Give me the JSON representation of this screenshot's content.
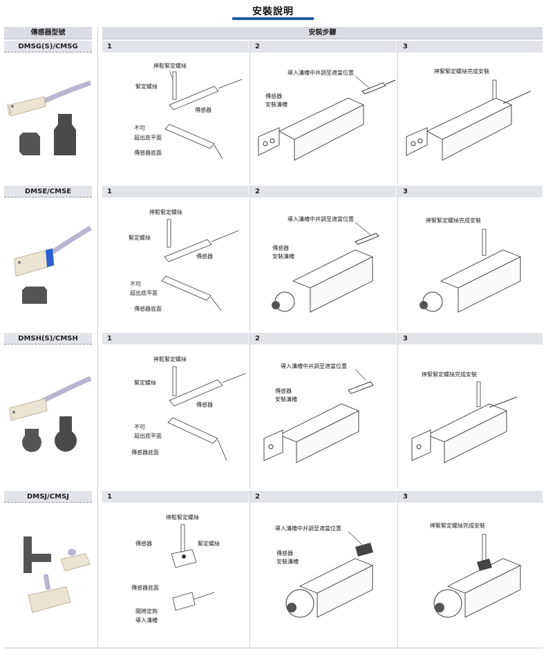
{
  "page": {
    "title": "安裝說明"
  },
  "headers": {
    "sensor_model": "傳感器型號",
    "install_steps": "安裝步驟"
  },
  "rows": [
    {
      "model": "DMSG(S)/CMSG",
      "step_numbers": [
        "1",
        "2",
        "3"
      ],
      "step1_labels": [
        "擰鬆緊定螺絲",
        "緊定螺絲",
        "傳感器",
        "不可",
        "超出底平面",
        "傳感器底面"
      ],
      "step2_labels": [
        "導入溝槽中幷調至適當位置",
        "傳感器",
        "安裝溝槽"
      ],
      "step3_labels": [
        "擰緊緊定螺絲完成安裝"
      ]
    },
    {
      "model": "DMSE/CMSE",
      "step_numbers": [
        "1",
        "2",
        "3"
      ],
      "step1_labels": [
        "擰鬆緊定螺絲",
        "緊定螺絲",
        "傳感器",
        "不可",
        "超出底平面",
        "傳感器底面"
      ],
      "step2_labels": [
        "導入溝槽中幷調至適當位置",
        "傳感器",
        "安裝溝槽"
      ],
      "step3_labels": [
        "擰緊緊定螺絲完成安裝"
      ]
    },
    {
      "model": "DMSH(S)/CMSH",
      "step_numbers": [
        "1",
        "2",
        "3"
      ],
      "step1_labels": [
        "擰鬆緊定螺絲",
        "緊定螺絲",
        "傳感器",
        "不可",
        "超出底平面",
        "傳感器底面"
      ],
      "step2_labels": [
        "導入溝槽中幷調至適當位置",
        "傳感器",
        "安裝溝槽"
      ],
      "step3_labels": [
        "擰緊緊定螺絲完成安裝"
      ]
    },
    {
      "model": "DMSJ/CMSJ",
      "step_numbers": [
        "1",
        "2",
        "3"
      ],
      "step1_labels": [
        "擰鬆緊定螺絲",
        "傳感器",
        "緊定螺絲",
        "傳感器底面",
        "間隙定夠",
        "導入溝槽"
      ],
      "step2_labels": [
        "導入溝槽中幷調至適當位置",
        "傳感器",
        "安裝溝槽"
      ],
      "step3_labels": [
        "擰緊緊定螺絲完成安裝"
      ]
    }
  ],
  "colors": {
    "accent": "#1f5ca8",
    "header_bg": "#d9dde3",
    "sensor_body": "#ece4d2",
    "cable": "#b9b4d0",
    "band": "#2a5fd0"
  }
}
